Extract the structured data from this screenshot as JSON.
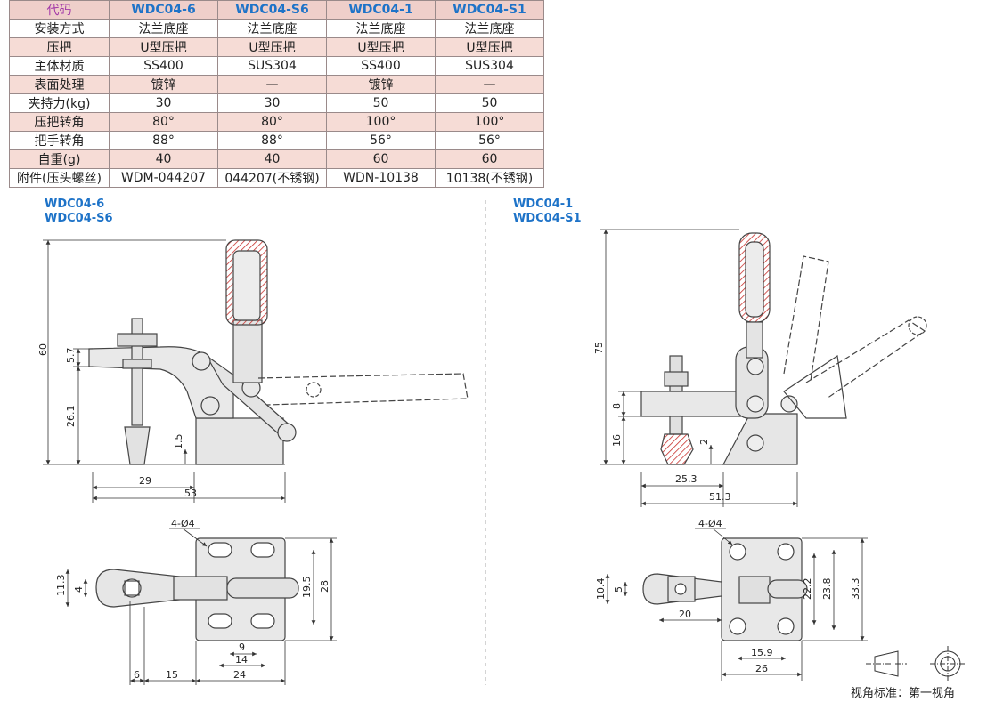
{
  "table": {
    "header": [
      "代码",
      "WDC04-6",
      "WDC04-S6",
      "WDC04-1",
      "WDC04-S1"
    ],
    "rows": [
      {
        "label": "安装方式",
        "values": [
          "法兰底座",
          "法兰底座",
          "法兰底座",
          "法兰底座"
        ]
      },
      {
        "label": "压把",
        "values": [
          "U型压把",
          "U型压把",
          "U型压把",
          "U型压把"
        ]
      },
      {
        "label": "主体材质",
        "values": [
          "SS400",
          "SUS304",
          "SS400",
          "SUS304"
        ]
      },
      {
        "label": "表面处理",
        "values": [
          "镀锌",
          "—",
          "镀锌",
          "—"
        ]
      },
      {
        "label": "夹持力(kg)",
        "values": [
          "30",
          "30",
          "50",
          "50"
        ]
      },
      {
        "label": "压把转角",
        "values": [
          "80°",
          "80°",
          "100°",
          "100°"
        ]
      },
      {
        "label": "把手转角",
        "values": [
          "88°",
          "88°",
          "56°",
          "56°"
        ]
      },
      {
        "label": "自重(g)",
        "values": [
          "40",
          "40",
          "60",
          "60"
        ]
      },
      {
        "label": "附件(压头螺丝)",
        "values": [
          "WDM-044207",
          "044207(不锈钢)",
          "WDN-10138",
          "10138(不锈钢)"
        ]
      }
    ]
  },
  "left_models": [
    "WDC04-6",
    "WDC04-S6"
  ],
  "right_models": [
    "WDC04-1",
    "WDC04-S1"
  ],
  "left_dims": {
    "d60": "60",
    "d5_7": "5.7",
    "d26_1": "26.1",
    "d1_5": "1.5",
    "d29": "29",
    "d53": "53",
    "d4phi4": "4-Ø4",
    "d11_3": "11.3",
    "d4": "4",
    "d19_5": "19.5",
    "d28": "28",
    "d9": "9",
    "d14": "14",
    "d6": "6",
    "d15": "15",
    "d24": "24"
  },
  "right_dims": {
    "d75": "75",
    "d8": "8",
    "d16": "16",
    "d2": "2",
    "d25_3": "25.3",
    "d51_3": "51.3",
    "d4phi4": "4-Ø4",
    "d10_4": "10.4",
    "d5": "5",
    "d22_2": "22.2",
    "d23_8": "23.8",
    "d33_3": "33.3",
    "d20": "20",
    "d15_9": "15.9",
    "d26": "26"
  },
  "footer": {
    "view_standard": "视角标准：第一视角"
  },
  "colors": {
    "header_bg": "#efcfca",
    "row_shade": "#f6dcd6",
    "model_blue": "#1e73c8",
    "code_purple": "#a33aa8"
  }
}
